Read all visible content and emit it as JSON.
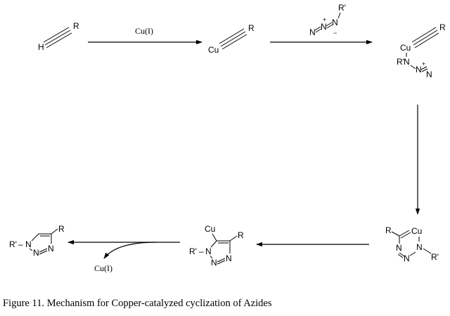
{
  "caption": "Figure 11. Mechanism for Copper-catalyzed cyclization of Azides",
  "conditions": {
    "step1": "Cu(I)",
    "release": "Cu(I)"
  },
  "atoms": {
    "H": "H",
    "R": "R",
    "Rp": "R'",
    "Cu": "Cu",
    "N": "N",
    "plus": "+",
    "minus": "−",
    "dash": "–"
  }
}
